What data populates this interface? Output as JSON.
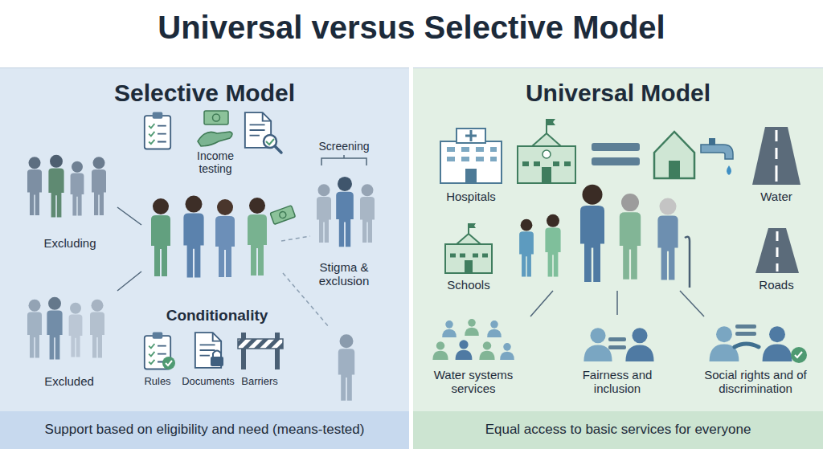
{
  "diagram": {
    "title": "Universal versus Selective Model",
    "nodes": [
      {
        "text": [
          "Selective Model"
        ]
      },
      {
        "text": [
          "Support based on eligibility and need (means-tested)"
        ],
        "in": 0
      },
      {
        "text": [
          "Universal Model"
        ]
      },
      {
        "text": [
          "Equal access to basic services for everyone"
        ],
        "in": 2
      }
    ],
    "labels": [
      "Income testing",
      "Screening",
      "Excluding",
      "Stigma & exclusion",
      "Conditionality",
      "Excluded",
      "Rules",
      "Documents",
      "Barriers",
      "Hospitals",
      "Water",
      "Schools",
      "Roads",
      "Water systems services",
      "Fairness and inclusion",
      "Social rights and of discrimination"
    ]
  }
}
